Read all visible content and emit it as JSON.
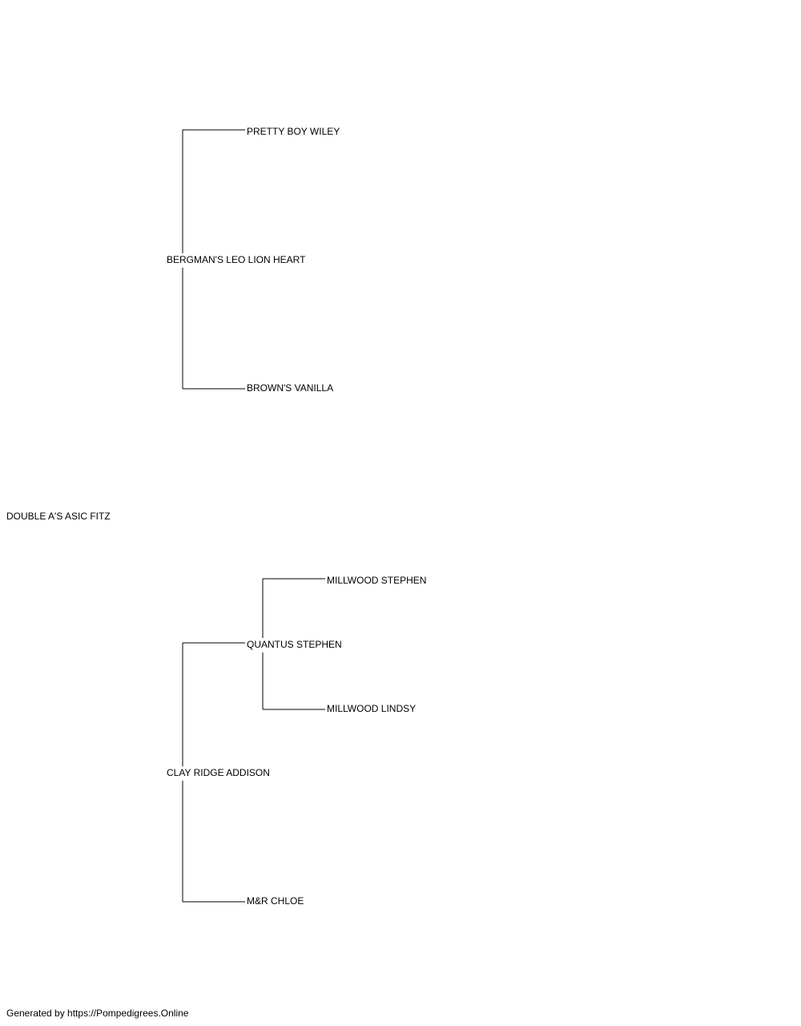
{
  "pedigree": {
    "subject": "DOUBLE A'S ASIC FITZ",
    "sire": {
      "name": "BERGMAN'S LEO LION HEART",
      "sire": {
        "name": "PRETTY BOY WILEY"
      },
      "dam": {
        "name": "BROWN'S VANILLA"
      }
    },
    "dam": {
      "name": "CLAY RIDGE ADDISON",
      "sire": {
        "name": "QUANTUS STEPHEN",
        "sire": {
          "name": "MILLWOOD STEPHEN"
        },
        "dam": {
          "name": "MILLWOOD LINDSY"
        }
      },
      "dam": {
        "name": "M&R CHLOE"
      }
    }
  },
  "footer": {
    "text": "Generated by https://Pompedigrees.Online"
  }
}
